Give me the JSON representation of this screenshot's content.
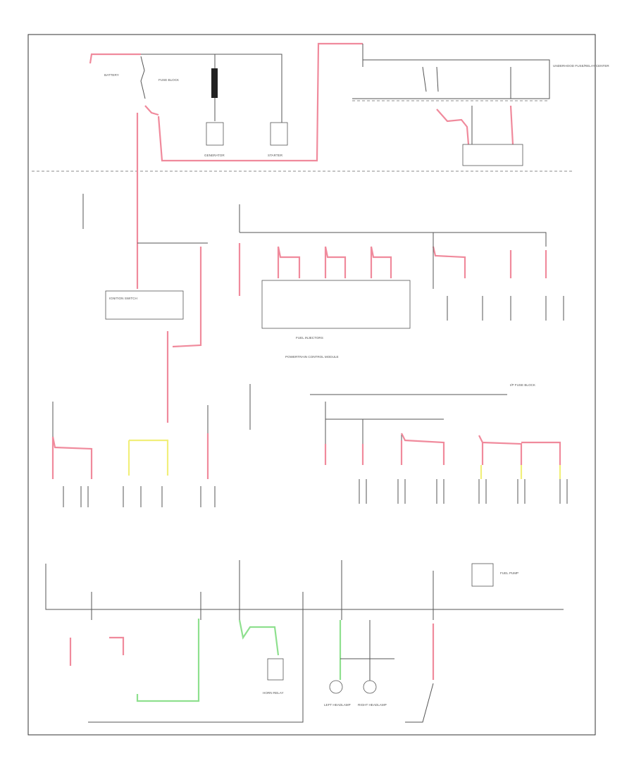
{
  "diagram": {
    "kind": "power distribution wiring schematic (labels illegibly small in source)",
    "footer_code": "",
    "wire_colors": {
      "power": "#f08a9c",
      "ground": "#8ee08e",
      "signal": "#f1ef7a",
      "line": "#555555"
    },
    "labels": {
      "battery": "BATTERY",
      "fuse_block": "FUSE BLOCK",
      "generator": "GENERATOR",
      "starter": "STARTER",
      "ignition_switch": "IGNITION SWITCH",
      "fuel_injectors": "FUEL INJECTORS",
      "powertrain_control_module": "POWERTRAIN CONTROL MODULE",
      "underhood_fuse": "UNDERHOOD FUSE/RELAY CENTER",
      "instrument_panel_fuse": "I/P FUSE BLOCK",
      "left_hdlp": "LEFT HEADLAMP",
      "right_hdlp": "RIGHT HEADLAMP",
      "horn_relay": "HORN RELAY",
      "fuel_pump": "FUEL PUMP"
    }
  }
}
